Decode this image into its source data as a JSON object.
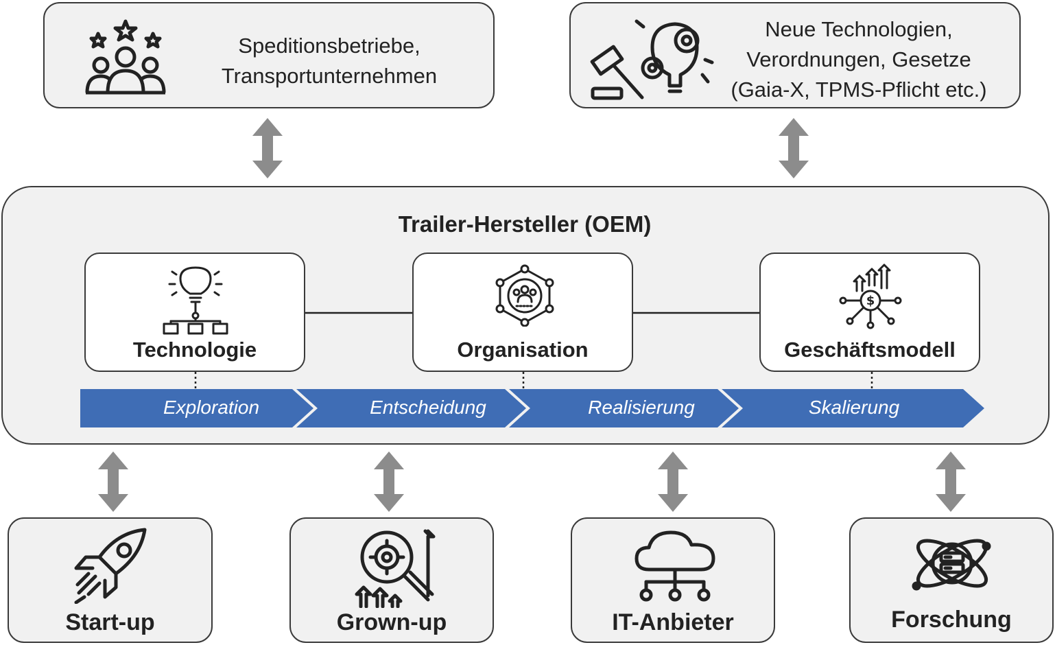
{
  "top_left": {
    "icon": "people-stars-icon",
    "lines": [
      "Speditionsbetriebe,",
      "Transportunternehmen"
    ]
  },
  "top_right": {
    "icon": "gavel-gear-bulb-icon",
    "lines": [
      "Neue Technologien,",
      "Verordnungen, Gesetze",
      "(Gaia-X, TPMS-Pflicht etc.)"
    ]
  },
  "oem": {
    "title": "Trailer-Hersteller (OEM)",
    "dimensions": [
      {
        "label": "Technologie",
        "icon": "lightbulb-hierarchy-icon"
      },
      {
        "label": "Organisation",
        "icon": "team-network-icon"
      },
      {
        "label": "Geschäftsmodell",
        "icon": "dollar-growth-icon"
      }
    ],
    "phases": [
      "Exploration",
      "Entscheidung",
      "Realisierung",
      "Skalierung"
    ]
  },
  "partners": [
    {
      "label": "Start-up",
      "icon": "rocket-icon"
    },
    {
      "label": "Grown-up",
      "icon": "magnifier-gear-icon"
    },
    {
      "label": "IT-Anbieter",
      "icon": "cloud-network-icon"
    },
    {
      "label": "Forschung",
      "icon": "atom-server-icon"
    }
  ],
  "colors": {
    "box_fill": "#f1f1f1",
    "border": "#3a3a3a",
    "arrow": "#8c8c8c",
    "phase_blue": "#3f6db5"
  }
}
